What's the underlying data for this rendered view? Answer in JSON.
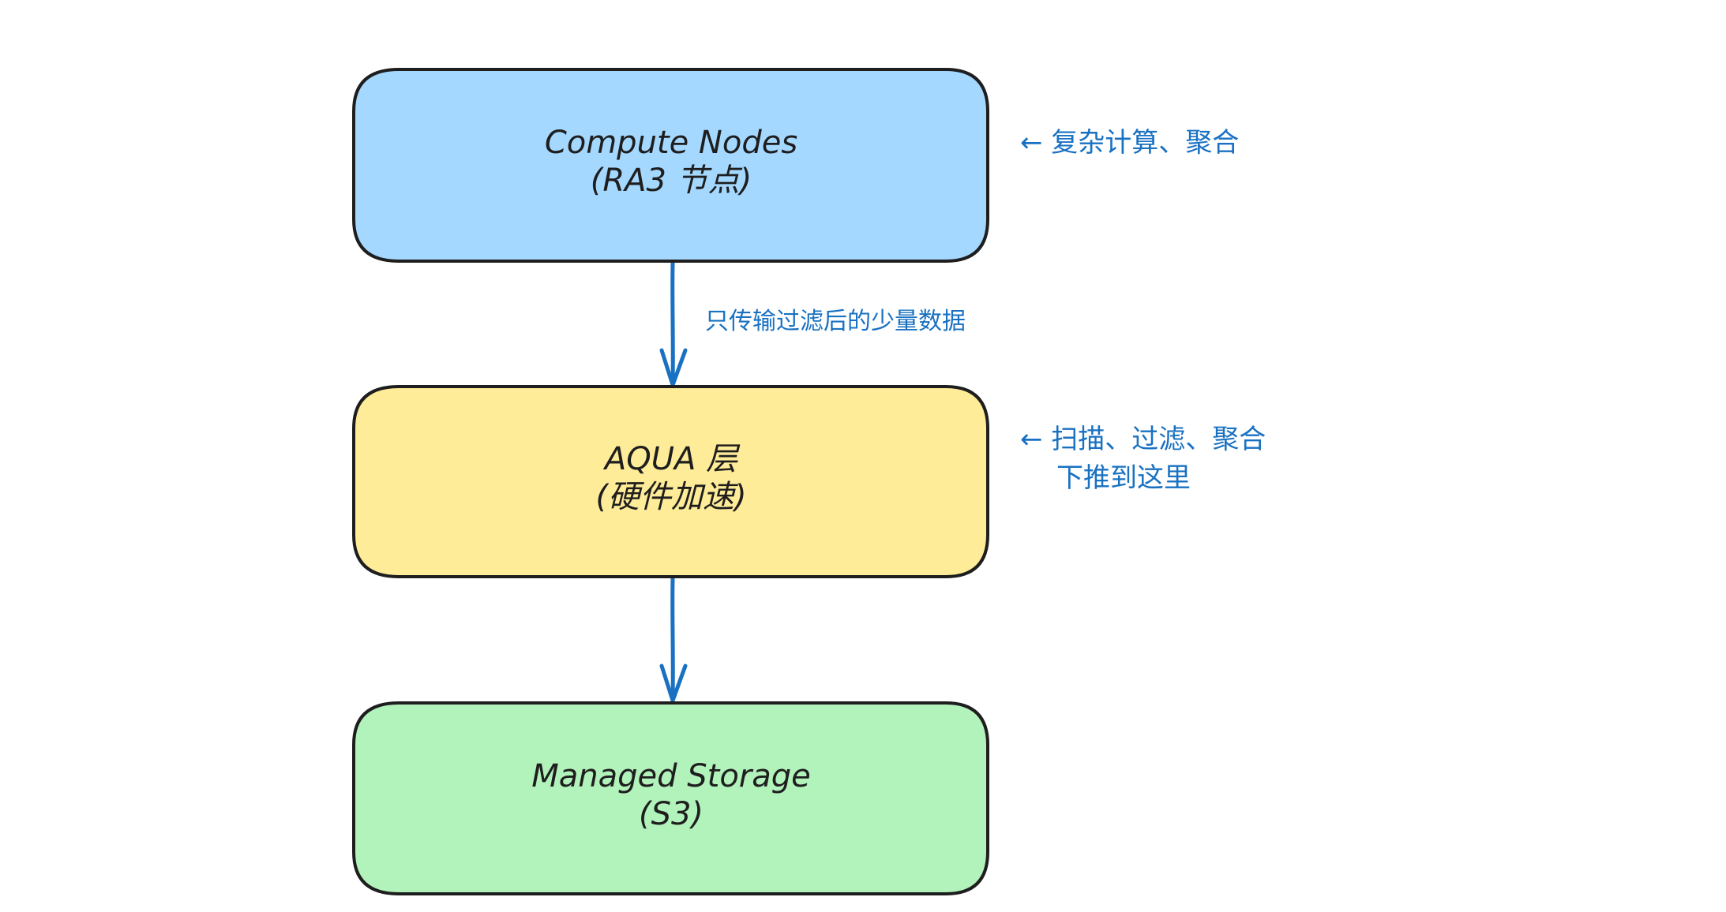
{
  "nodes": [
    {
      "id": "compute",
      "line1": "Compute Nodes",
      "line2": "(RA3 节点)",
      "fill": "#a5d8ff"
    },
    {
      "id": "aqua",
      "line1": "AQUA 层",
      "line2": "(硬件加速)",
      "fill": "#ffec99"
    },
    {
      "id": "storage",
      "line1": "Managed Storage",
      "line2": "(S3)",
      "fill": "#b2f2bb"
    }
  ],
  "edges": [
    {
      "from": "compute",
      "to": "aqua",
      "label": "只传输过滤后的少量数据"
    },
    {
      "from": "aqua",
      "to": "storage",
      "label": ""
    }
  ],
  "annotations": [
    {
      "target": "compute",
      "lines": [
        "← 复杂计算、聚合"
      ]
    },
    {
      "target": "aqua",
      "lines": [
        "← 扫描、过滤、聚合",
        "下推到这里"
      ]
    }
  ],
  "colors": {
    "stroke": "#1e1e1e",
    "arrow": "#1971c2",
    "annotation": "#1971c2"
  }
}
